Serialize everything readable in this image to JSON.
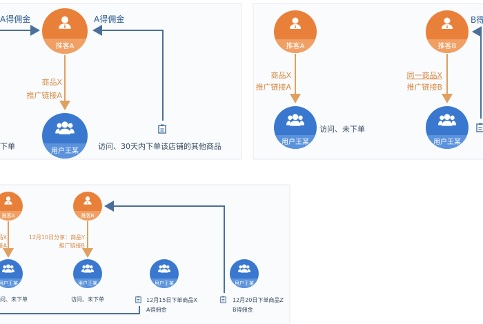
{
  "panel1": {
    "left_commission": "A得佣金",
    "right_commission": "A得佣金",
    "promoter": "推客A",
    "user": "用户王某",
    "product": "商品X",
    "link": "推广链接A",
    "left_action": "下单",
    "right_action": "访问、30天内下单该店铺的其他商品"
  },
  "panel2": {
    "promoter_a": "推客A",
    "promoter_b": "推客B",
    "user_a": "用户王某",
    "user_b": "用户王某",
    "product_a": "商品X",
    "link_a": "推广链接A",
    "action_a": "访问、未下单",
    "product_b": "同一商品X",
    "link_b": "推广链接B",
    "commission_b": "B得"
  },
  "panel3": {
    "promoter_a": "推客A",
    "promoter_b": "推客B",
    "user": "用户王某",
    "product_a": "品X",
    "link_a": "接A",
    "action_a": "问、未下单",
    "share_b": "12月10日分享：商品Y",
    "link_b": "推广链接B",
    "action_b": "访问、未下单",
    "order1": "12月15日下单商品X",
    "commission1": "A得佣金",
    "order2": "12月20日下单商品Z",
    "commission2": "B得佣金"
  },
  "colors": {
    "promoter": "#e9803a",
    "user": "#3a78cf",
    "promo_line": "#e0a060",
    "commission_line": "#4a6f9a"
  }
}
